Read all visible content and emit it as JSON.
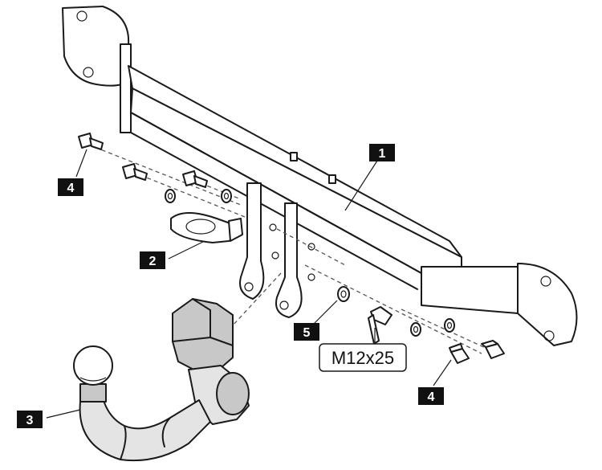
{
  "callouts": {
    "part_1": "1",
    "part_2": "2",
    "part_3": "3",
    "part_4_left": "4",
    "part_4_right": "4",
    "part_5": "5"
  },
  "bolt_spec": "M12x25",
  "colors": {
    "badge_fill": "#111111",
    "badge_text": "#ffffff",
    "line": "#1a1a1a",
    "shading": "#c8c8c8"
  }
}
